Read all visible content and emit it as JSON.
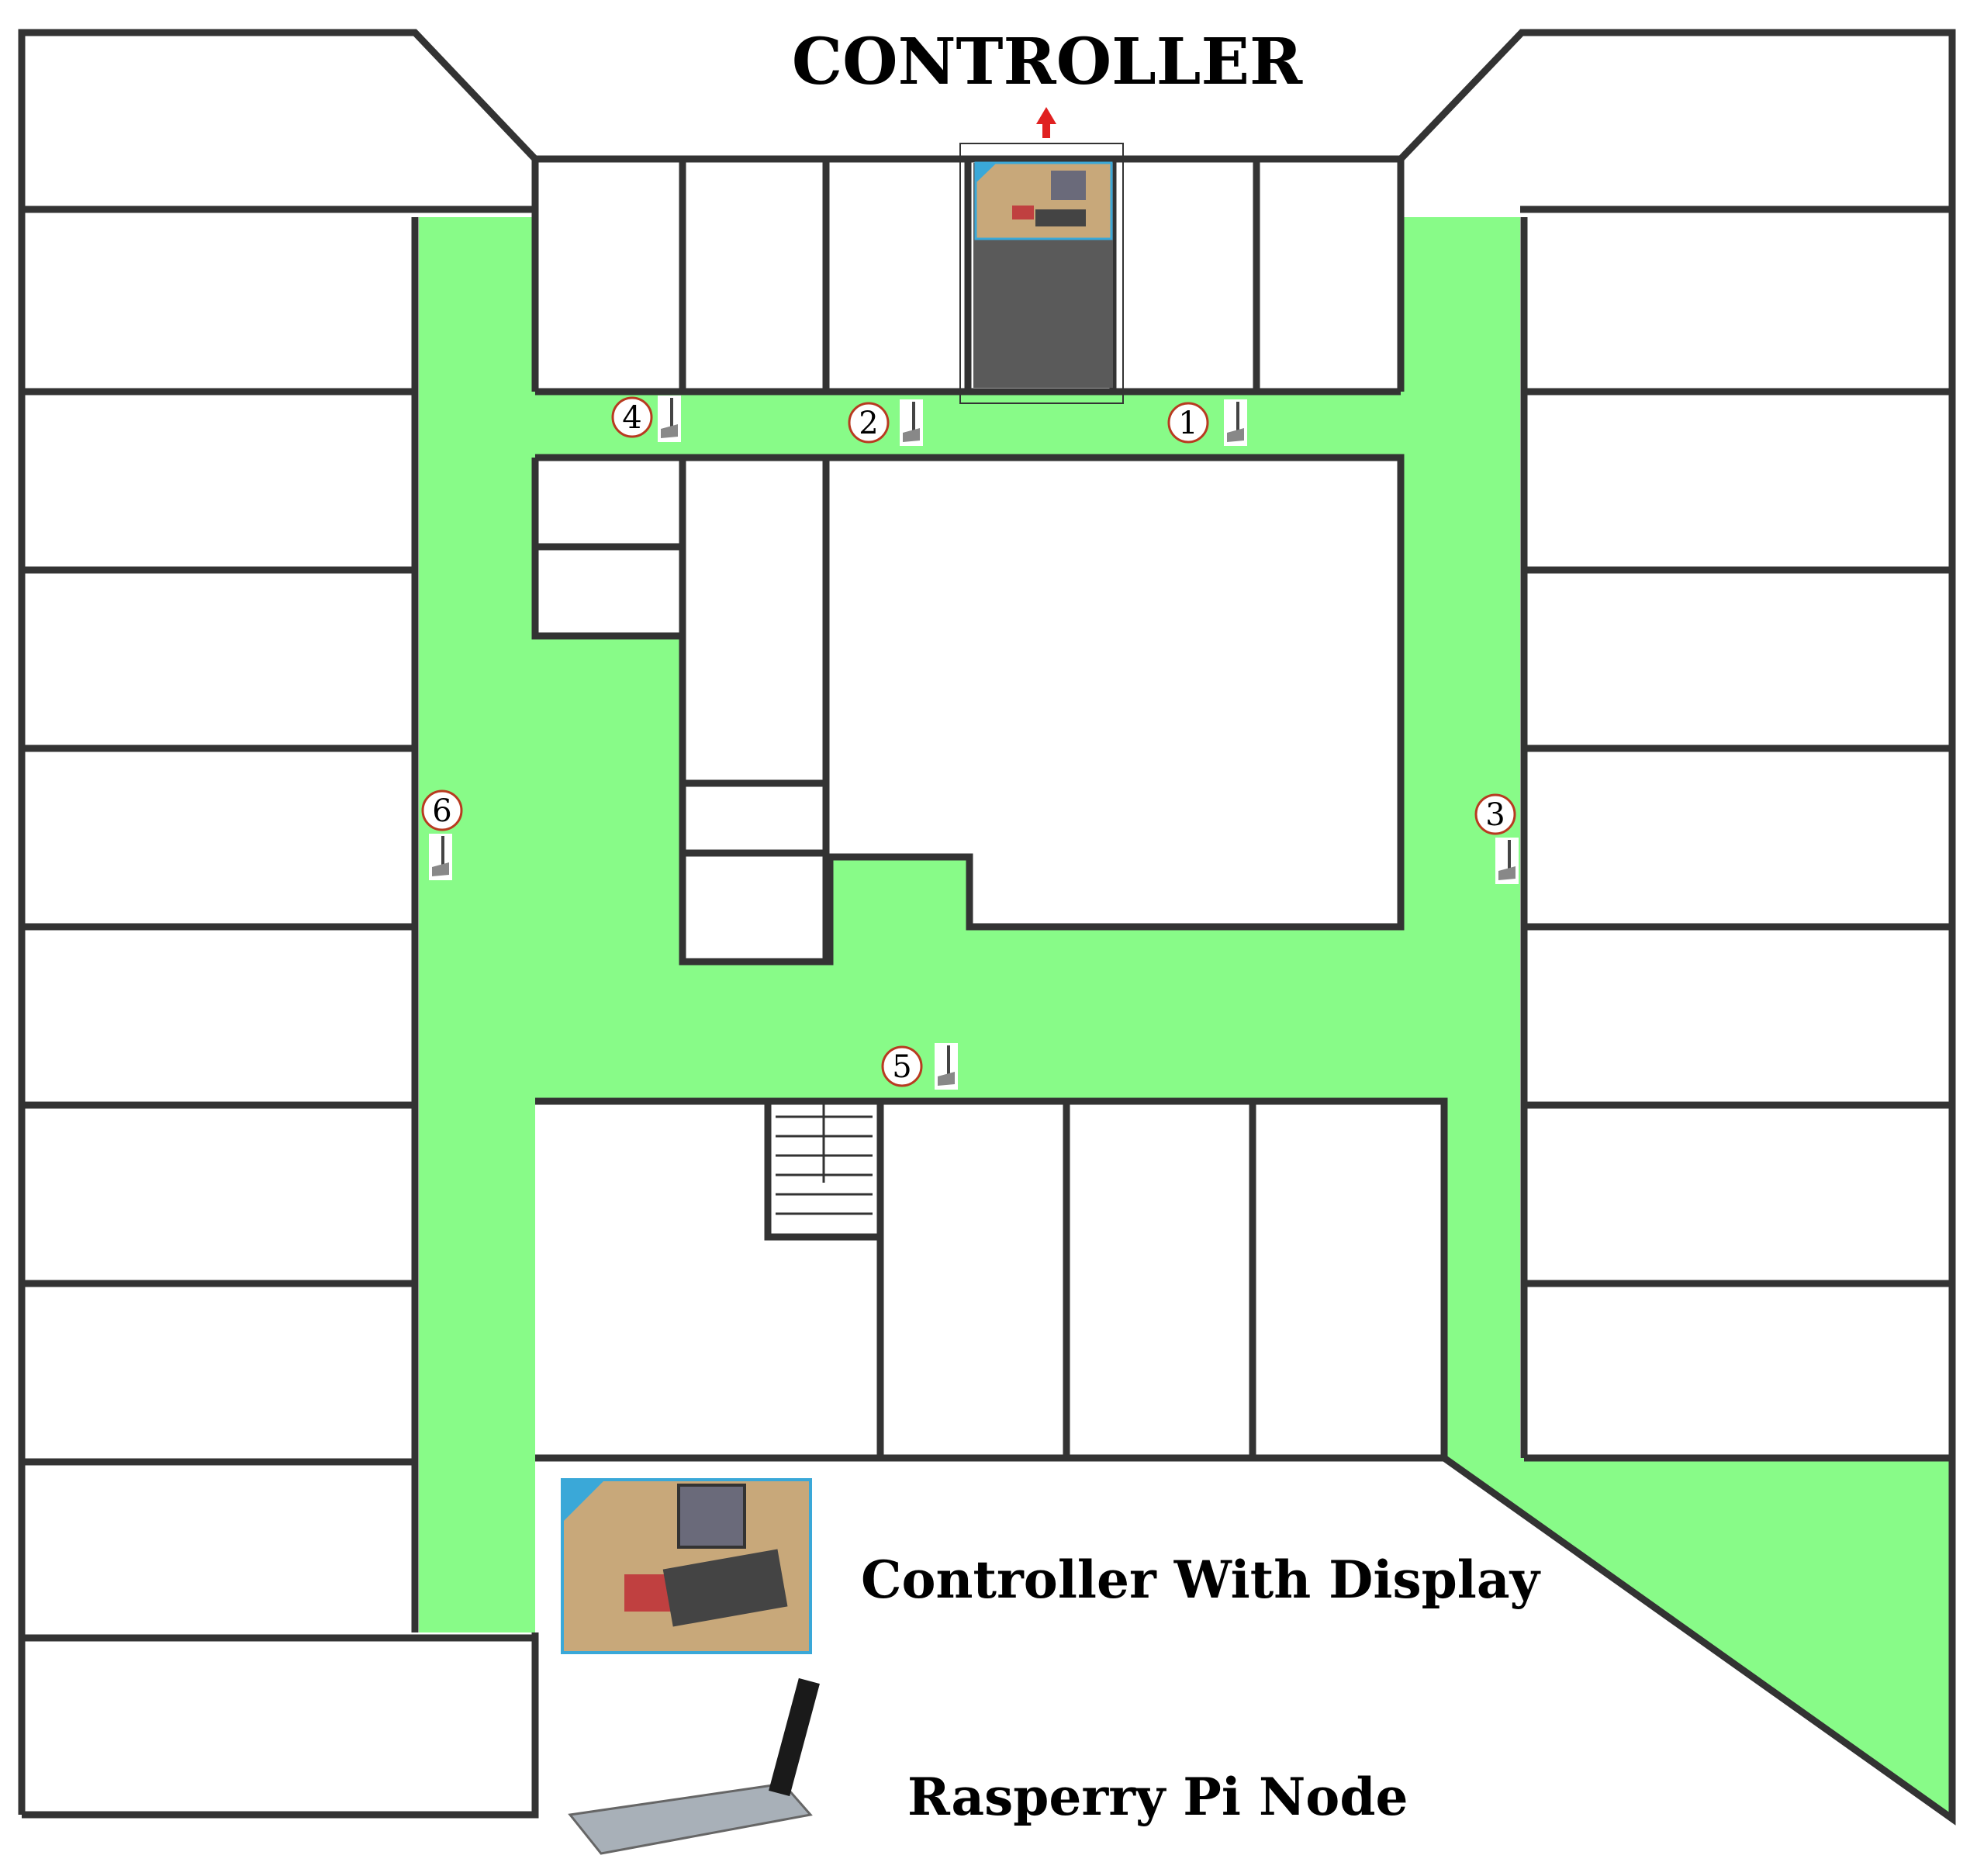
{
  "title": "CONTROLLER",
  "legend": {
    "controller_label": "Controller With Display",
    "node_label": "Rasperry Pi Node"
  },
  "nodes": [
    {
      "id": "1",
      "label": "1"
    },
    {
      "id": "2",
      "label": "2"
    },
    {
      "id": "3",
      "label": "3"
    },
    {
      "id": "4",
      "label": "4"
    },
    {
      "id": "5",
      "label": "5"
    },
    {
      "id": "6",
      "label": "6"
    }
  ],
  "colors": {
    "corridor": "#88fb88",
    "wall": "#333333",
    "arrow": "#e02020",
    "controller_room": "#5a5a5a",
    "photo_border": "#3aa8d8",
    "node_marker": "#b83a20"
  }
}
